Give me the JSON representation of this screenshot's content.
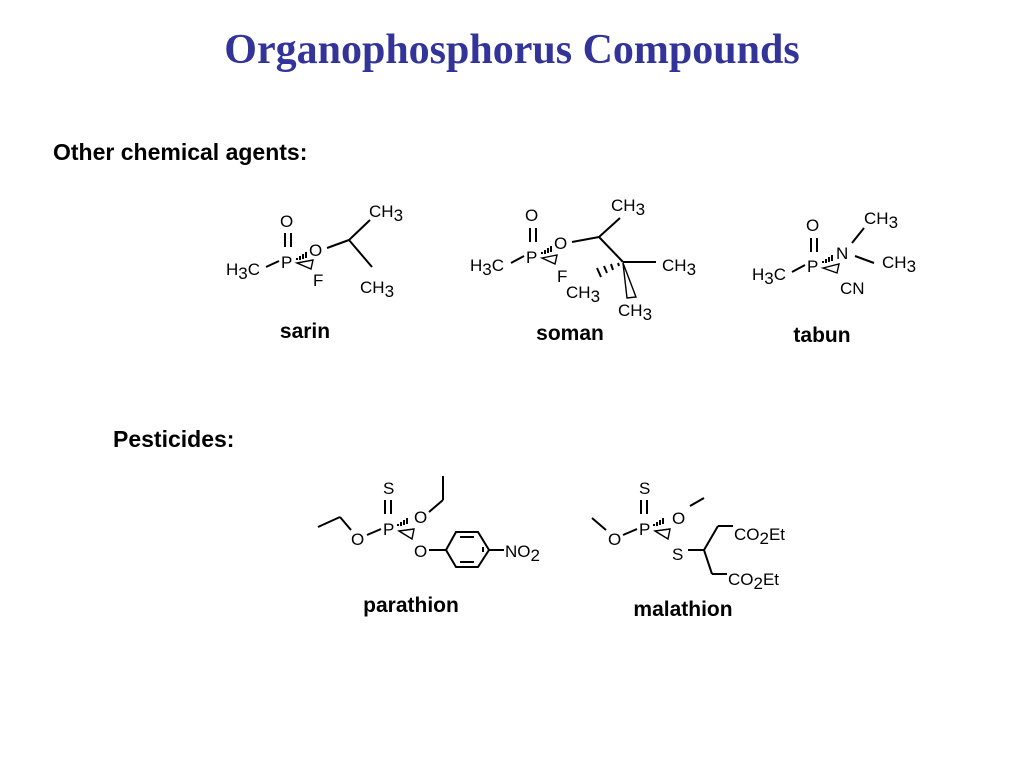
{
  "slide": {
    "title": "Organophosphorus Compounds"
  },
  "sections": {
    "chemical_agents_heading": "Other chemical agents:",
    "pesticides_heading": "Pesticides:"
  },
  "compounds": {
    "sarin": {
      "name": "sarin",
      "atoms": {
        "O": "O",
        "P": "P",
        "O2": "O",
        "F": "F"
      },
      "groups": {
        "methyl_left": [
          "H",
          "3",
          "C"
        ],
        "methyl_top": [
          "CH",
          "3"
        ],
        "methyl_bottom": [
          "CH",
          "3"
        ]
      }
    },
    "soman": {
      "name": "soman",
      "atoms": {
        "O": "O",
        "P": "P",
        "O2": "O",
        "F": "F"
      },
      "groups": {
        "methyl_left": [
          "H",
          "3",
          "C"
        ],
        "methyl_top": [
          "CH",
          "3"
        ],
        "methyl_right": [
          "CH",
          "3"
        ],
        "methyl_dash": [
          "CH",
          "3"
        ],
        "methyl_wedge": [
          "CH",
          "3"
        ]
      }
    },
    "tabun": {
      "name": "tabun",
      "atoms": {
        "O": "O",
        "P": "P",
        "N": "N",
        "CN": "CN"
      },
      "groups": {
        "methyl_left": [
          "H",
          "3",
          "C"
        ],
        "methyl_top": [
          "CH",
          "3"
        ],
        "methyl_right": [
          "CH",
          "3"
        ]
      }
    },
    "parathion": {
      "name": "parathion",
      "atoms": {
        "S": "S",
        "P": "P",
        "O_left": "O",
        "O_right": "O",
        "O_aryl": "O"
      },
      "groups": {
        "nitro": [
          "NO",
          "2"
        ]
      }
    },
    "malathion": {
      "name": "malathion",
      "atoms": {
        "S_top": "S",
        "P": "P",
        "O_left": "O",
        "O_right": "O",
        "S_thio": "S"
      },
      "groups": {
        "ester_top": [
          "CO",
          "2",
          "Et"
        ],
        "ester_bottom": [
          "CO",
          "2",
          "Et"
        ]
      }
    }
  }
}
